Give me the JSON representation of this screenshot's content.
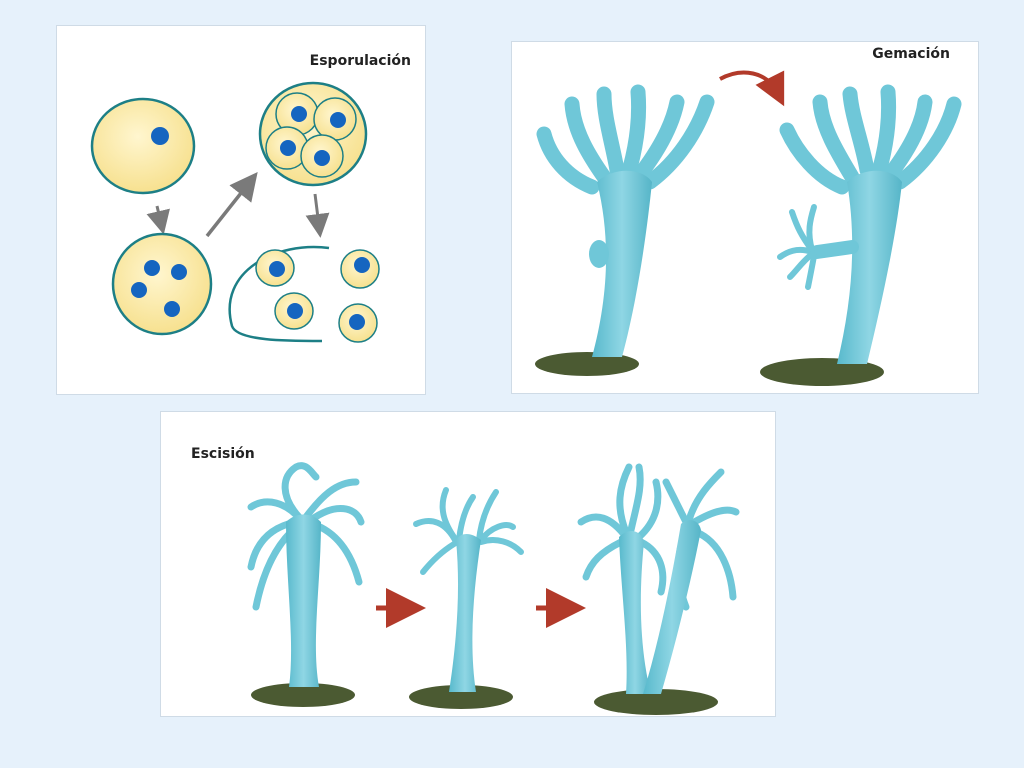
{
  "panels": {
    "sporulation": {
      "title": "Esporulación"
    },
    "budding": {
      "title": "Gemación"
    },
    "fission": {
      "title": "Escisión"
    }
  },
  "colors": {
    "page_background": "#e6f1fb",
    "cell_fill": "#fbe79f",
    "cell_border": "#1d7f86",
    "nucleus": "#1565c0",
    "arrow_gray": "#7a7a7a",
    "hydra": "#6fc7d8",
    "arrow_red": "#b23a2a",
    "ground": "#4b5a32"
  }
}
